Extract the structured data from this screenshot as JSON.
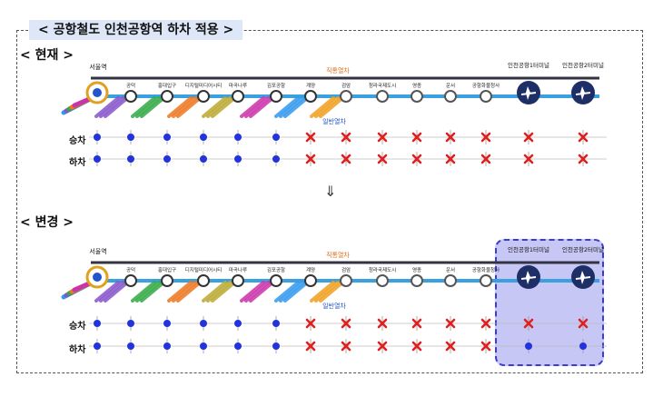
{
  "title": "< 공항철도 인천공항역 하차 적용 >",
  "arrow": "⇓",
  "colors": {
    "line": "#3aa0e0",
    "express": "#333344",
    "dot": "#2233dd",
    "cross": "#e02020",
    "highlight": "#3b3bd6"
  },
  "row_labels": {
    "board": "승차",
    "alight": "하차"
  },
  "legend": {
    "express": "직통열차",
    "local": "일반열차"
  },
  "origin": "서울역",
  "stations": [
    "공덕",
    "홍대입구",
    "디지털미디어시티",
    "마곡나루",
    "김포공항",
    "계양",
    "검암",
    "청라국제도시",
    "영종",
    "운서",
    "공항화물청사"
  ],
  "airport_stations": [
    "인천공항1터미널",
    "인천공항2터미널"
  ],
  "current": {
    "label": "< 현재 >",
    "board": [
      "dot",
      "dot",
      "dot",
      "dot",
      "dot",
      "dot",
      "cross",
      "cross",
      "cross",
      "cross",
      "cross",
      "cross",
      "cross",
      "cross"
    ],
    "alight": [
      "dot",
      "dot",
      "dot",
      "dot",
      "dot",
      "dot",
      "cross",
      "cross",
      "cross",
      "cross",
      "cross",
      "cross",
      "cross",
      "cross"
    ]
  },
  "after": {
    "label": "< 변경 >",
    "board": [
      "dot",
      "dot",
      "dot",
      "dot",
      "dot",
      "dot",
      "cross",
      "cross",
      "cross",
      "cross",
      "cross",
      "cross",
      "cross",
      "cross"
    ],
    "alight": [
      "dot",
      "dot",
      "dot",
      "dot",
      "dot",
      "dot",
      "cross",
      "cross",
      "cross",
      "cross",
      "cross",
      "cross",
      "dot",
      "dot"
    ]
  }
}
